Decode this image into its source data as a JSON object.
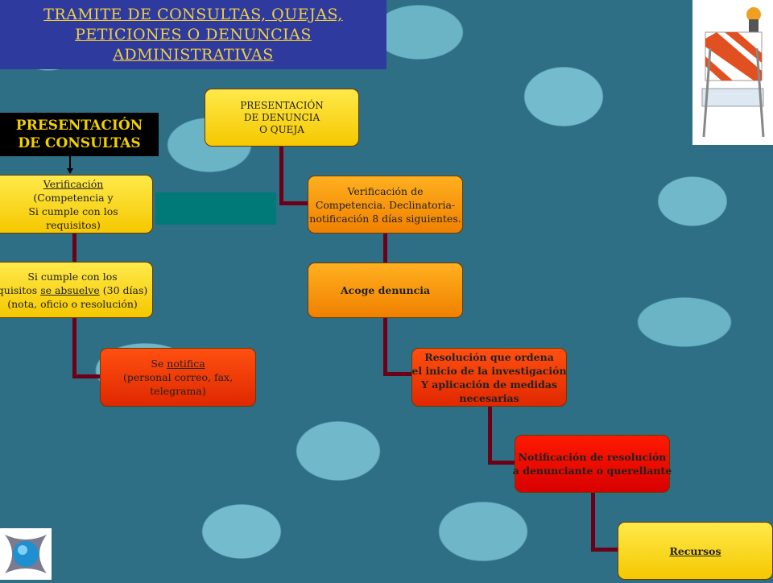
{
  "title": {
    "line1": "TRAMITE DE CONSULTAS, QUEJAS,",
    "line2": "PETICIONES O DENUNCIAS",
    "line3": "ADMINISTRATIVAS"
  },
  "consultas_title": {
    "line1": "PRESENTACIÓN",
    "line2": "DE CONSULTAS"
  },
  "left_flow": {
    "verificacion_title": "Verificación",
    "verificacion_l2": "(Competencia y",
    "verificacion_l3": "Si  cumple con los",
    "verificacion_l4": "requisitos)",
    "absuelve_l1": "Si cumple con los",
    "absuelve_l2a": "quisitos",
    "absuelve_l2b": "se absuelve",
    "absuelve_l2c": "(30 días)",
    "absuelve_l3": "(nota, oficio o resolución)",
    "notifica_l1a": "Se",
    "notifica_l1b": "notifica",
    "notifica_l2": "(personal  correo, fax,",
    "notifica_l3": "telegrama)"
  },
  "right_flow": {
    "presentacion_l1": "PRESENTACIÓN",
    "presentacion_l2": "DE DENUNCIA",
    "presentacion_l3": "O QUEJA",
    "verif_l1": "Verificación  de",
    "verif_l2": "Competencia. Declinatoria-",
    "verif_l3": "notificación 8 días siguientes.",
    "acoge": "Acoge denuncia",
    "resolucion_l1": "Resolución que ordena",
    "resolucion_l2": "el inicio de la investigación",
    "resolucion_l3": "Y aplicación de medidas",
    "resolucion_l4": "necesarias",
    "notif_res_l1": "Notificación  de resolución",
    "notif_res_l2": "a denunciante o querellante",
    "recursos": "Recursos"
  },
  "colors": {
    "title_bg": "#2e3a9e",
    "title_text": "#f0d040",
    "connector": "#6b0016",
    "teal_block": "#007a78"
  },
  "icons": {
    "top_right": "road-barrier-icon",
    "bottom_left": "globe-logo-icon"
  }
}
